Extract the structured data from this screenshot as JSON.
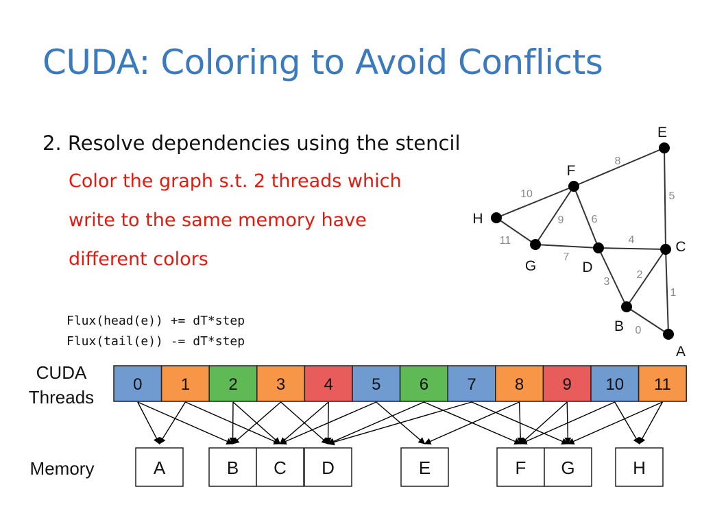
{
  "slide": {
    "title": "CUDA: Coloring to Avoid Conflicts",
    "bullet": "2. Resolve dependencies using the stencil",
    "sub_lines": [
      "Color the graph s.t. 2 threads which",
      "write to the same memory have",
      "different colors"
    ],
    "code_lines": [
      "Flux(head(e)) += dT*step",
      "Flux(tail(e)) -= dT*step"
    ],
    "threads_label": [
      "CUDA",
      "Threads"
    ],
    "memory_label": "Memory"
  },
  "graph": {
    "nodes": [
      "A",
      "B",
      "C",
      "D",
      "E",
      "F",
      "G",
      "H"
    ],
    "edges": [
      {
        "id": "0",
        "from": "B",
        "to": "A"
      },
      {
        "id": "1",
        "from": "A",
        "to": "C"
      },
      {
        "id": "2",
        "from": "B",
        "to": "C"
      },
      {
        "id": "3",
        "from": "D",
        "to": "B"
      },
      {
        "id": "4",
        "from": "D",
        "to": "C"
      },
      {
        "id": "5",
        "from": "C",
        "to": "E"
      },
      {
        "id": "6",
        "from": "F",
        "to": "D"
      },
      {
        "id": "7",
        "from": "G",
        "to": "D"
      },
      {
        "id": "8",
        "from": "F",
        "to": "E"
      },
      {
        "id": "9",
        "from": "F",
        "to": "G"
      },
      {
        "id": "10",
        "from": "H",
        "to": "F"
      },
      {
        "id": "11",
        "from": "H",
        "to": "G"
      }
    ]
  },
  "threads": [
    {
      "label": "0",
      "color": "#6f9bd1",
      "targets": [
        "A",
        "B"
      ]
    },
    {
      "label": "1",
      "color": "#f79646",
      "targets": [
        "A",
        "C"
      ]
    },
    {
      "label": "2",
      "color": "#5fb955",
      "targets": [
        "B",
        "C"
      ]
    },
    {
      "label": "3",
      "color": "#f79646",
      "targets": [
        "B",
        "D"
      ]
    },
    {
      "label": "4",
      "color": "#e85d5b",
      "targets": [
        "C",
        "D"
      ]
    },
    {
      "label": "5",
      "color": "#6f9bd1",
      "targets": [
        "C",
        "E"
      ]
    },
    {
      "label": "6",
      "color": "#5fb955",
      "targets": [
        "D",
        "F"
      ]
    },
    {
      "label": "7",
      "color": "#6f9bd1",
      "targets": [
        "D",
        "G"
      ]
    },
    {
      "label": "8",
      "color": "#f79646",
      "targets": [
        "E",
        "F"
      ]
    },
    {
      "label": "9",
      "color": "#e85d5b",
      "targets": [
        "F",
        "G"
      ]
    },
    {
      "label": "10",
      "color": "#6f9bd1",
      "targets": [
        "F",
        "H"
      ]
    },
    {
      "label": "11",
      "color": "#f79646",
      "targets": [
        "G",
        "H"
      ]
    }
  ],
  "memory": [
    "A",
    "B",
    "C",
    "D",
    "E",
    "F",
    "G",
    "H"
  ]
}
